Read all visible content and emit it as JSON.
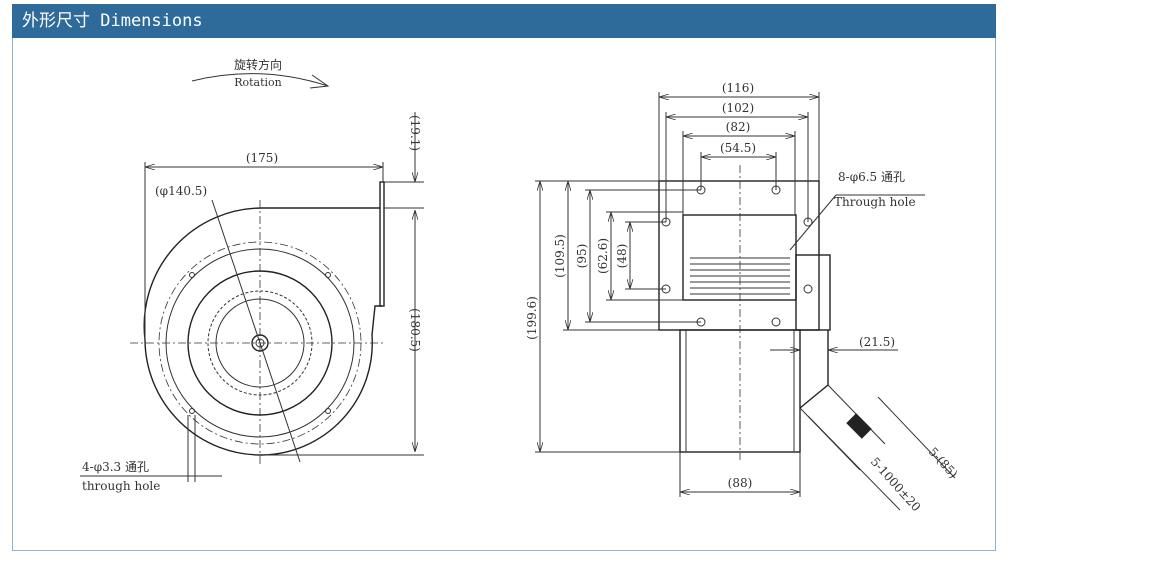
{
  "header": {
    "title": "外形尺寸 Dimensions"
  },
  "rotation": {
    "cn": "旋转方向",
    "en": "Rotation"
  },
  "left_view": {
    "width": "(175)",
    "diameter": "(φ140.5)",
    "flange_offset": "(19.1)",
    "height": "(180.5)",
    "holes_label": "4-φ3.3 通孔",
    "holes_sub": "through hole"
  },
  "right_view": {
    "w116": "(116)",
    "w102": "(102)",
    "w82": "(82)",
    "w54": "(54.5)",
    "h199": "(199.6)",
    "h109": "(109.5)",
    "h95": "(95)",
    "h62": "(62.6)",
    "h48": "(48)",
    "w88": "(88)",
    "d21": "(21.5)",
    "holes_label": "8-φ6.5 通孔",
    "holes_sub": "Through hole",
    "lead_len": "5-1000±20",
    "strip_len": "5-(85)"
  }
}
